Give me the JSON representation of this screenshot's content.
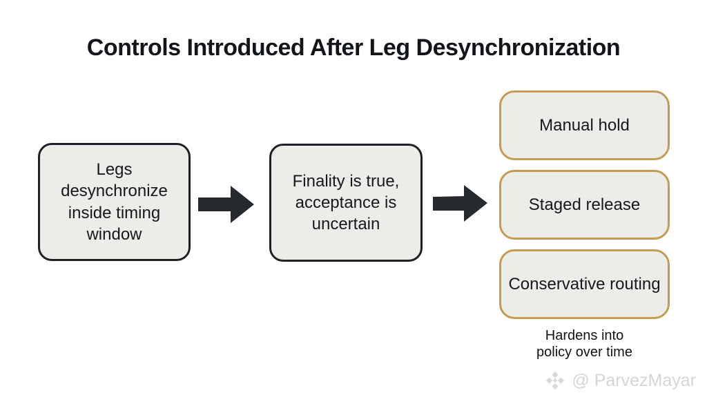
{
  "title": "Controls Introduced After Leg Desynchronization",
  "flow": {
    "trigger_node": "Legs\ndesynchronize\ninside timing\nwindow",
    "state_node": "Finality is true,\nacceptance is\nuncertain",
    "arrow_icon": "right-block-arrow"
  },
  "controls": [
    {
      "label": "Manual hold"
    },
    {
      "label": "Staged release"
    },
    {
      "label": "Conservative routing"
    }
  ],
  "caption": "Hardens into\npolicy over time",
  "watermark": {
    "handle": "@ ParvezMayar",
    "icon": "diamond-logo-icon"
  },
  "colors": {
    "background": "#ffffff",
    "node_fill": "#ecece9",
    "node_border_dark": "#1d2126",
    "control_border_gold": "#c59b52",
    "arrow_fill": "#26292e",
    "text": "#15181c",
    "watermark_gray": "#d6d6d6"
  }
}
